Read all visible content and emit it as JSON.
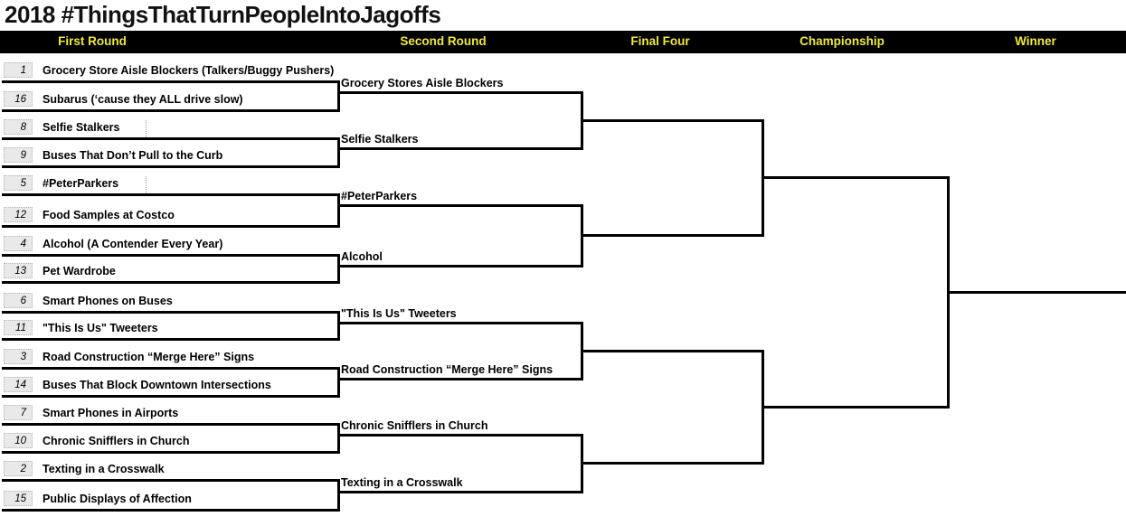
{
  "title": "2018 #ThingsThatTurnPeopleIntoJagoffs",
  "colors": {
    "header_bg": "#000000",
    "header_text": "#EFE93F",
    "bracket_line": "#000000",
    "seed_box_bg": "#E9E9E9",
    "background": "#FFFFFF"
  },
  "round_headers": {
    "first": "First Round",
    "second": "Second Round",
    "final_four": "Final Four",
    "championship": "Championship",
    "winner": "Winner"
  },
  "bracket": {
    "first_round": [
      {
        "seed": "1",
        "name": "Grocery Store Aisle Blockers (Talkers/Buggy Pushers)"
      },
      {
        "seed": "16",
        "name": "Subarus (‘cause they ALL drive slow)"
      },
      {
        "seed": "8",
        "name": "Selfie Stalkers"
      },
      {
        "seed": "9",
        "name": "Buses That Don’t Pull to the Curb"
      },
      {
        "seed": "5",
        "name": "#PeterParkers"
      },
      {
        "seed": "12",
        "name": "Food Samples at Costco"
      },
      {
        "seed": "4",
        "name": "Alcohol (A Contender Every Year)"
      },
      {
        "seed": "13",
        "name": "Pet Wardrobe"
      },
      {
        "seed": "6",
        "name": "Smart Phones on Buses"
      },
      {
        "seed": "11",
        "name": "\"This Is Us\" Tweeters"
      },
      {
        "seed": "3",
        "name": "Road Construction “Merge Here” Signs"
      },
      {
        "seed": "14",
        "name": "Buses That Block Downtown Intersections"
      },
      {
        "seed": "7",
        "name": "Smart Phones in Airports"
      },
      {
        "seed": "10",
        "name": "Chronic Snifflers in Church"
      },
      {
        "seed": "2",
        "name": "Texting in a Crosswalk"
      },
      {
        "seed": "15",
        "name": "Public Displays of Affection"
      }
    ],
    "second_round": [
      {
        "name": "Grocery Stores Aisle Blockers"
      },
      {
        "name": "Selfie Stalkers"
      },
      {
        "name": "#PeterParkers"
      },
      {
        "name": "Alcohol"
      },
      {
        "name": "\"This Is Us\" Tweeters"
      },
      {
        "name": "Road Construction “Merge Here” Signs"
      },
      {
        "name": "Chronic Snifflers in Church"
      },
      {
        "name": "Texting in a Crosswalk"
      }
    ],
    "final_four": [],
    "championship": [],
    "winner": ""
  }
}
